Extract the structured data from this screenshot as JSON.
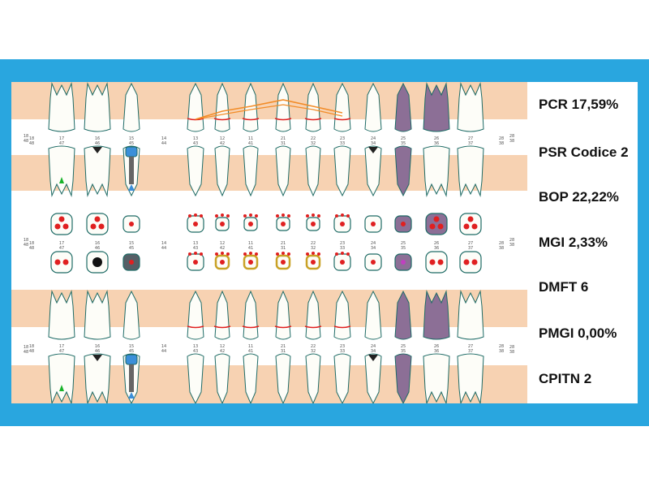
{
  "stats": [
    {
      "label": "PCR 17,59%"
    },
    {
      "label": "PSR Codice 2"
    },
    {
      "label": "BOP 22,22%"
    },
    {
      "label": "MGI 2,33%"
    },
    {
      "label": "DMFT 6"
    },
    {
      "label": "PMGI 0,00%"
    },
    {
      "label": "CPITN 2"
    }
  ],
  "quadrants": {
    "upper_left": "18\n48",
    "upper_right": "28\n38"
  },
  "teeth": [
    {
      "num": "18",
      "low": "48",
      "status": "missing"
    },
    {
      "num": "17",
      "low": "47",
      "status": "molar"
    },
    {
      "num": "16",
      "low": "46",
      "status": "molar-caries"
    },
    {
      "num": "15",
      "low": "45",
      "status": "implant"
    },
    {
      "num": "14",
      "low": "44",
      "status": "missing"
    },
    {
      "num": "13",
      "low": "43",
      "status": "canine"
    },
    {
      "num": "12",
      "low": "42",
      "status": "incisor"
    },
    {
      "num": "11",
      "low": "41",
      "status": "incisor"
    },
    {
      "num": "21",
      "low": "31",
      "status": "incisor"
    },
    {
      "num": "22",
      "low": "32",
      "status": "incisor"
    },
    {
      "num": "23",
      "low": "33",
      "status": "canine"
    },
    {
      "num": "24",
      "low": "34",
      "status": "premolar-caries"
    },
    {
      "num": "25",
      "low": "35",
      "status": "crown"
    },
    {
      "num": "26",
      "low": "36",
      "status": "molar-crown"
    },
    {
      "num": "27",
      "low": "37",
      "status": "molar"
    },
    {
      "num": "28",
      "low": "38",
      "status": "missing"
    }
  ],
  "colors": {
    "frame": "#29a6df",
    "gum_band": "#f7d2b2",
    "tooth_fill": "#fdfdf8",
    "tooth_stroke": "#1e6b66",
    "crown_purple": "#8c6f96",
    "implant_blue": "#3b8fd9",
    "bleeding_red": "#e02020",
    "plaque_orange": "#f28c28",
    "inflammation_gold": "#c9a227",
    "green_marker": "#18b32a"
  }
}
